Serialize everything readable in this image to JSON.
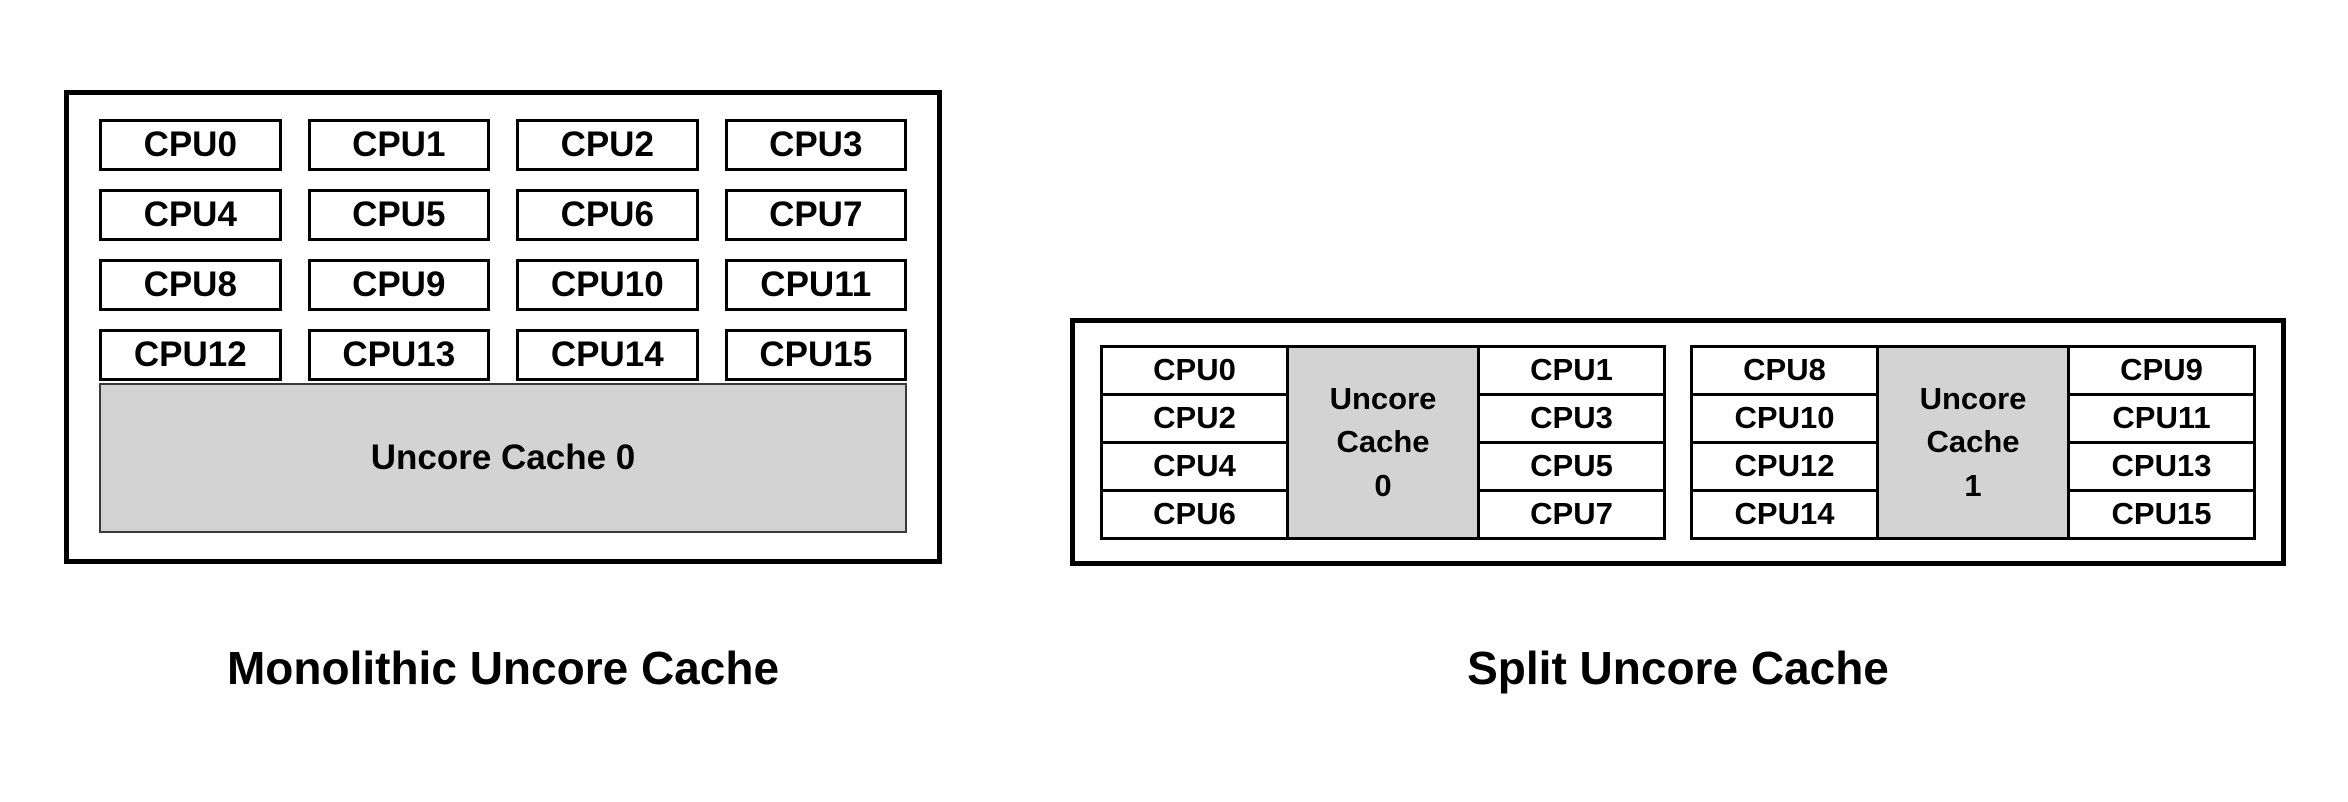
{
  "colors": {
    "background": "#ffffff",
    "border": "#000000",
    "cache_fill": "#d3d3d3",
    "text": "#000000"
  },
  "monolithic": {
    "caption": "Monolithic Uncore Cache",
    "cache_label": "Uncore Cache 0",
    "cpus": [
      "CPU0",
      "CPU1",
      "CPU2",
      "CPU3",
      "CPU4",
      "CPU5",
      "CPU6",
      "CPU7",
      "CPU8",
      "CPU9",
      "CPU10",
      "CPU11",
      "CPU12",
      "CPU13",
      "CPU14",
      "CPU15"
    ]
  },
  "split": {
    "caption": "Split Uncore Cache",
    "clusters": [
      {
        "left_cpus": [
          "CPU0",
          "CPU2",
          "CPU4",
          "CPU6"
        ],
        "cache_lines": [
          "Uncore",
          "Cache",
          "0"
        ],
        "right_cpus": [
          "CPU1",
          "CPU3",
          "CPU5",
          "CPU7"
        ]
      },
      {
        "left_cpus": [
          "CPU8",
          "CPU10",
          "CPU12",
          "CPU14"
        ],
        "cache_lines": [
          "Uncore",
          "Cache",
          "1"
        ],
        "right_cpus": [
          "CPU9",
          "CPU11",
          "CPU13",
          "CPU15"
        ]
      }
    ]
  }
}
